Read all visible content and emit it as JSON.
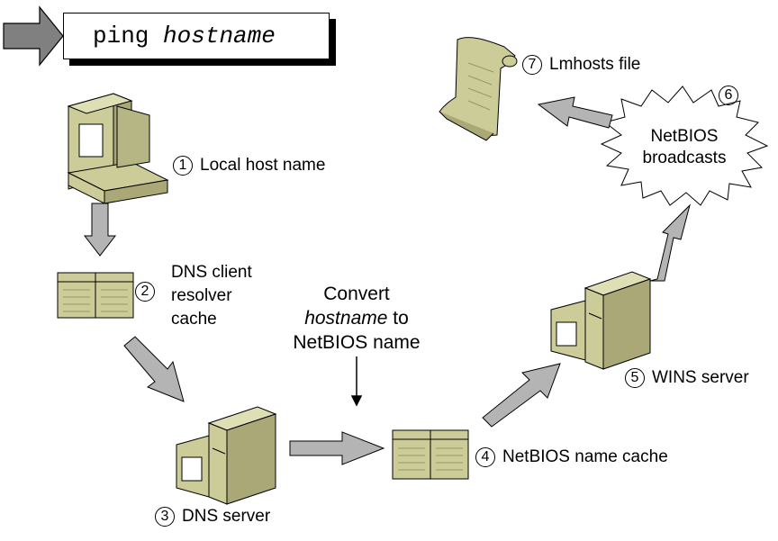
{
  "command": {
    "cmd": "ping",
    "arg": "hostname"
  },
  "steps": [
    {
      "num": "1",
      "label": "Local host name"
    },
    {
      "num": "2",
      "label_lines": [
        "DNS client",
        "resolver",
        "cache"
      ]
    },
    {
      "num": "3",
      "label": "DNS server"
    },
    {
      "num": "4",
      "label": "NetBIOS name cache"
    },
    {
      "num": "5",
      "label": "WINS server"
    },
    {
      "num": "6",
      "label_lines": [
        "NetBIOS",
        "broadcasts"
      ]
    },
    {
      "num": "7",
      "label": "Lmhosts file"
    }
  ],
  "convert_note": {
    "line1": "Convert",
    "line2_em": "hostname",
    "line2_rest": " to",
    "line3": "NetBIOS name"
  },
  "colors": {
    "device": "#cccc99",
    "device_dark": "#999966",
    "arrow": "#b4b4b4",
    "outline": "#000000"
  }
}
